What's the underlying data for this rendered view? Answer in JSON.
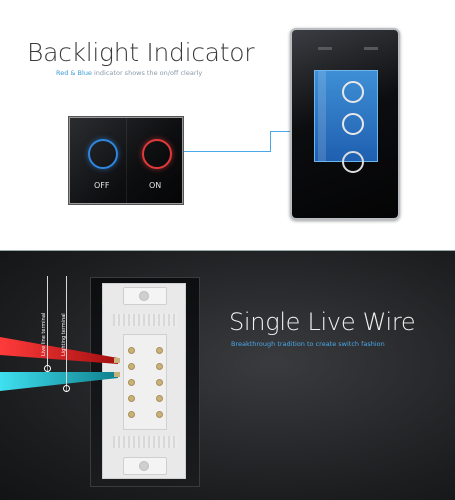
{
  "top": {
    "title": "Backlight Indicator",
    "subtitle_highlight": "Red & Blue",
    "subtitle_rest": " indicator shows the on/off clearly",
    "off_label": "OFF",
    "on_label": "ON",
    "colors": {
      "off_ring": "#2e86de",
      "on_ring": "#e23a3a",
      "backlight": "#3e8fd6"
    }
  },
  "bottom": {
    "title": "Single Live Wire",
    "subtitle": "Breakthrough tradition to create switch fashion",
    "live_terminal_label": "Live line terminal",
    "lighting_terminal_label": "Lighting terminal",
    "colors": {
      "live_wire": "#d81e1e",
      "lighting_wire": "#1fb8c8"
    }
  }
}
